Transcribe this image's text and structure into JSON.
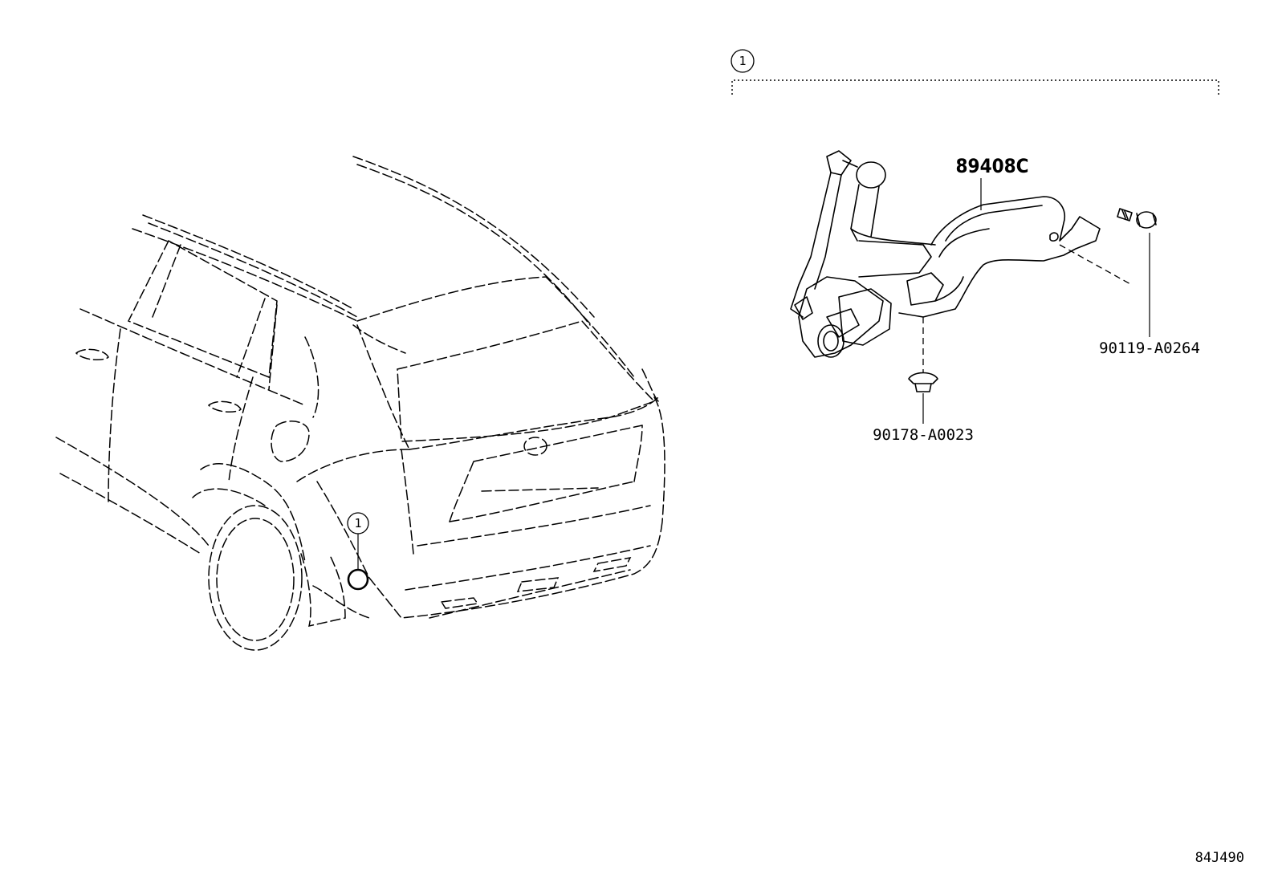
{
  "callouts": {
    "assembly_ref": "1",
    "vehicle_ref": "1"
  },
  "parts": {
    "sensor": "89408C",
    "bolt": "90119-A0264",
    "clip": "90178-A0023"
  },
  "illustration_id": "84J490",
  "colors": {
    "line": "#000000",
    "background": "#ffffff"
  }
}
